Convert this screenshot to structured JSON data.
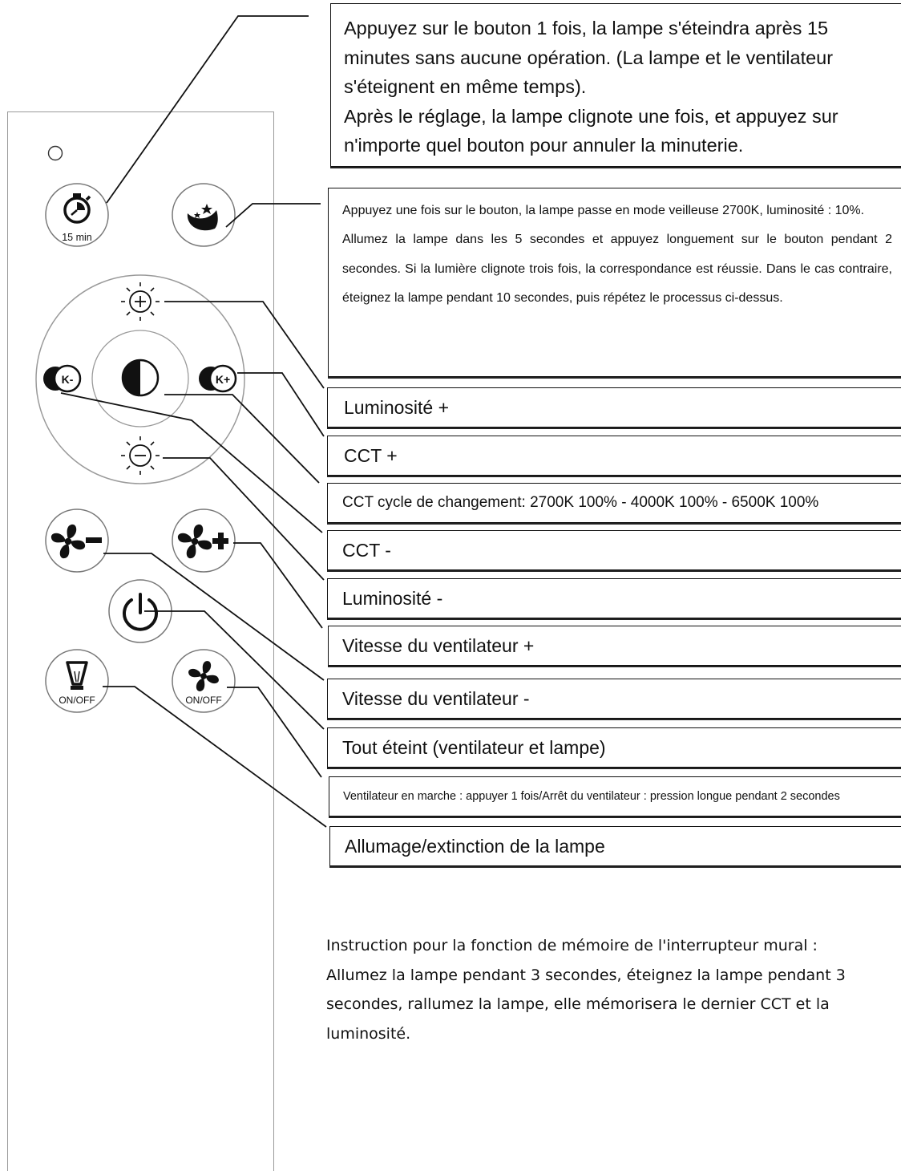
{
  "timer_box": {
    "line1": "Appuyez sur le bouton 1 fois, la lampe s'éteindra après 15 minutes sans aucune opération. (La lampe et le ventilateur s'éteignent en même temps).",
    "line2": "Après le réglage, la lampe clignote une fois, et appuyez sur n'importe quel bouton pour annuler la minuterie."
  },
  "night_box": {
    "line1": "Appuyez une fois sur le bouton, la lampe passe en mode veilleuse 2700K, luminosité : 10%.",
    "line2": "Allumez la lampe dans les 5 secondes et appuyez longuement sur le bouton pendant 2 secondes. Si la lumière clignote trois fois, la correspondance est réussie. Dans le cas contraire, éteignez la lampe pendant 10 secondes, puis répétez le processus ci-dessus."
  },
  "callouts": {
    "brightness_up": "Luminosité +",
    "cct_up": "CCT +",
    "cct_cycle": "CCT cycle de changement: 2700K 100% - 4000K 100% - 6500K 100%",
    "cct_down": "CCT -",
    "brightness_down": "Luminosité -",
    "fan_speed_up": "Vitesse du ventilateur +",
    "fan_speed_down": "Vitesse du ventilateur -",
    "all_off": "Tout éteint (ventilateur et lampe)",
    "fan_onoff": "Ventilateur en marche : appuyer 1 fois/Arrêt du ventilateur : pression longue pendant 2 secondes",
    "lamp_onoff": "Allumage/extinction de la lampe"
  },
  "remote_labels": {
    "timer": "15 min",
    "lamp_button": "ON/OFF",
    "fan_button": "ON/OFF",
    "cct_minus": "K-",
    "cct_plus": "K+"
  },
  "memory_note": {
    "line1": "Instruction pour la fonction de mémoire de l'interrupteur mural :",
    "line2": "Allumez la lampe pendant 3 secondes, éteignez la lampe pendant 3 secondes, rallumez la lampe, elle mémorisera le dernier CCT et la luminosité."
  },
  "icons": [
    "status-led-icon",
    "timer-icon",
    "moon-icon",
    "brightness-up-icon",
    "cct-down-icon",
    "cct-cycle-icon",
    "cct-up-icon",
    "brightness-down-icon",
    "fan-minus-icon",
    "fan-plus-icon",
    "power-icon",
    "lamp-icon",
    "fan-icon"
  ]
}
